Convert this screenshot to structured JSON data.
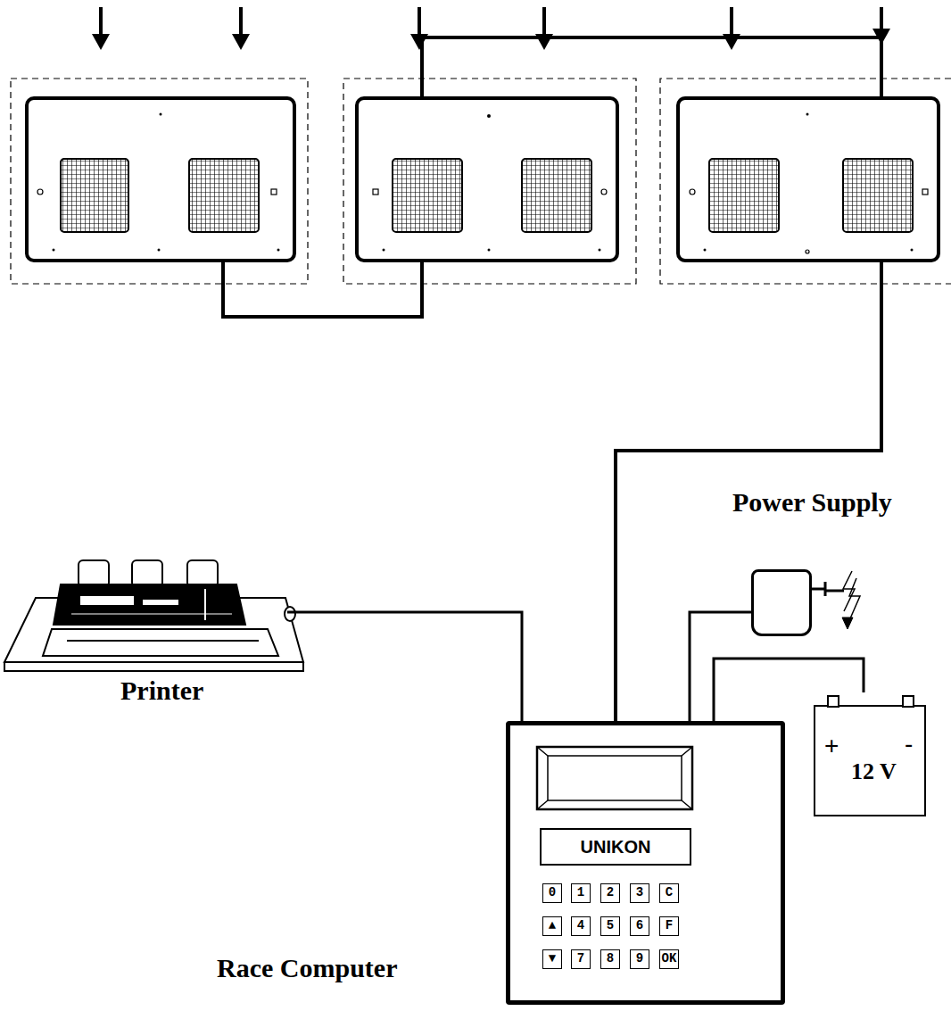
{
  "diagram": {
    "nodes": [
      {
        "text": [
          "Printer"
        ]
      },
      {
        "text": [
          "Race Computer"
        ]
      },
      {
        "text": [
          "UNIKON"
        ],
        "in": 1
      },
      {
        "text": [
          "Power Supply"
        ]
      },
      {
        "text": [
          "+",
          "-",
          "12 V"
        ]
      }
    ],
    "edges": [
      {
        "from": 0,
        "to": 1,
        "arrow": "none"
      },
      {
        "from": 3,
        "to": 1,
        "arrow": "none"
      },
      {
        "from": 4,
        "to": 1,
        "arrow": "none"
      }
    ],
    "labels": [
      "0",
      "1",
      "2",
      "3",
      "C",
      "▲",
      "4",
      "5",
      "6",
      "F",
      "▼",
      "7",
      "8",
      "9",
      "OK"
    ]
  }
}
